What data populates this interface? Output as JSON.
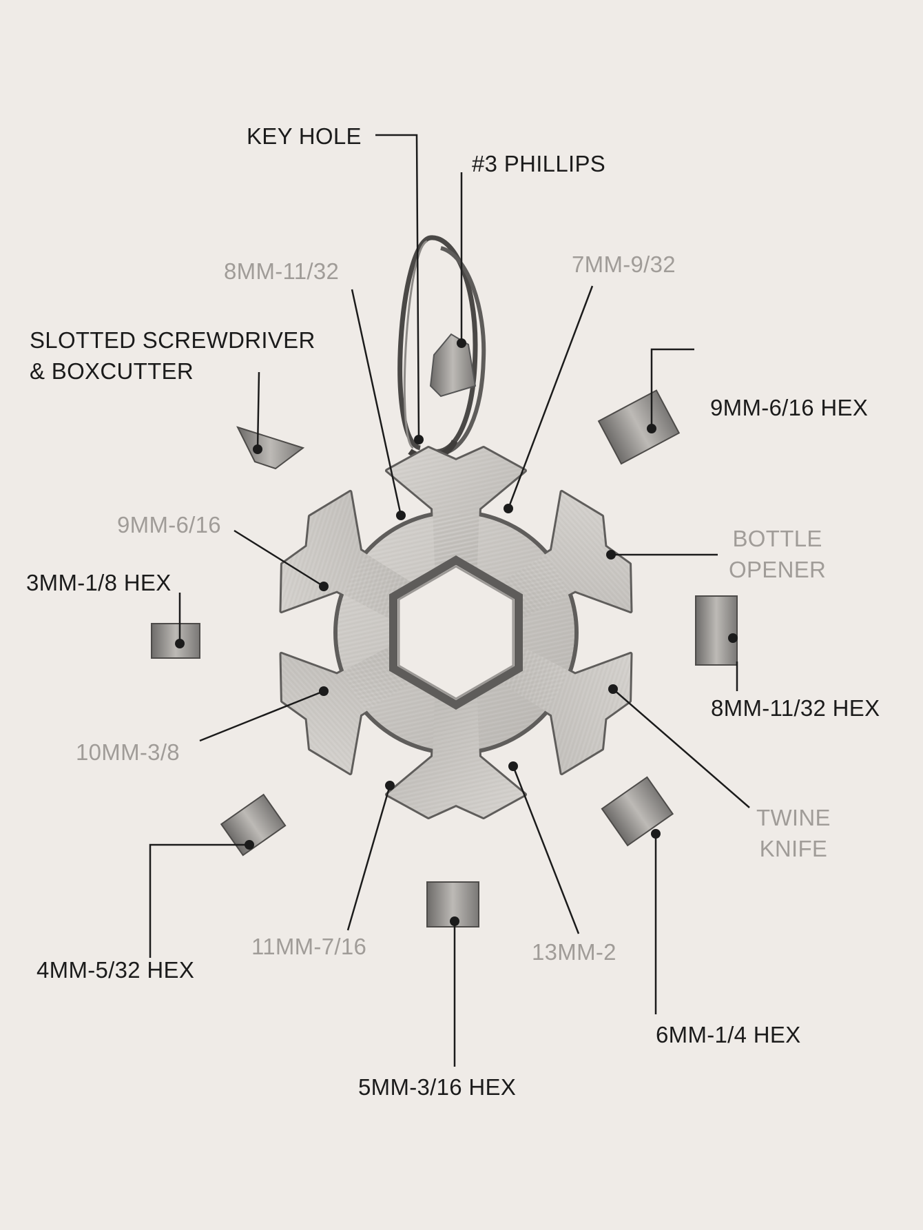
{
  "labels": {
    "key_hole": "KEY HOLE",
    "phillips": "#3 PHILLIPS",
    "mm8_1132": "8MM-11/32",
    "mm7_932": "7MM-9/32",
    "slotted_l1": "SLOTTED SCREWDRIVER",
    "slotted_l2": "& BOXCUTTER",
    "hex9": "9MM-6/16 HEX",
    "mm9_616": "9MM-6/16",
    "bottle_l1": "BOTTLE",
    "bottle_l2": "OPENER",
    "hex3": "3MM-1/8 HEX",
    "hex8": "8MM-11/32 HEX",
    "mm10_38": "10MM-3/8",
    "twine_l1": "TWINE",
    "twine_l2": "KNIFE",
    "hex4": "4MM-5/32 HEX",
    "mm11_716": "11MM-7/16",
    "mm13_2": "13MM-2",
    "hex6": "6MM-1/4 HEX",
    "hex5": "5MM-3/16 HEX"
  },
  "colors": {
    "background": "#efebe7",
    "label_primary": "#1b1b1b",
    "label_secondary": "#a09c98",
    "steel": "#c9c6c2",
    "leader": "#1b1b1b"
  }
}
